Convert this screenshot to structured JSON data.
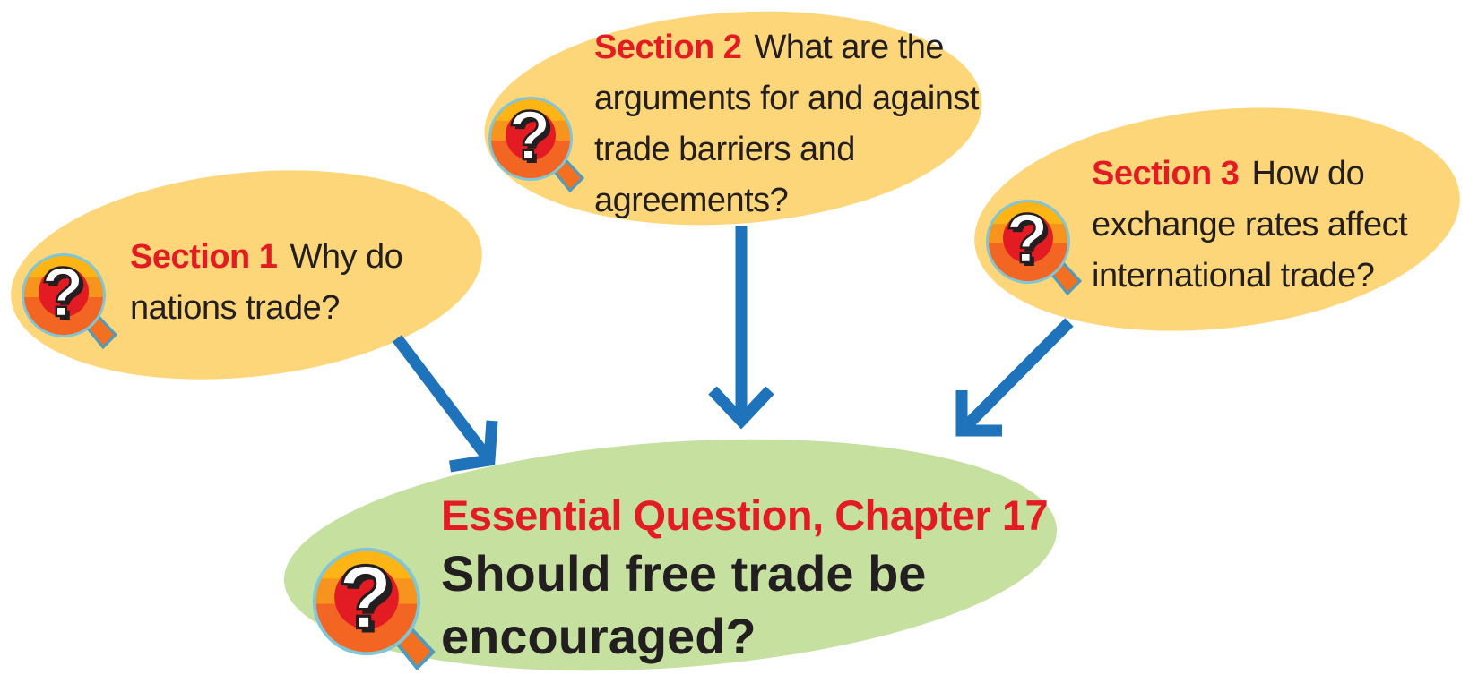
{
  "colors": {
    "section_oval": "#fdd679",
    "essential_oval": "#c6e0a0",
    "arrow": "#1f73ba",
    "label_red": "#e31b23",
    "text": "#231f20"
  },
  "sections": [
    {
      "label": "Section 1",
      "question": "Why do nations trade?",
      "icon": "question-magnifier-icon"
    },
    {
      "label": "Section 2",
      "question": "What are the arguments for and against trade barriers and agreements?",
      "icon": "question-magnifier-icon"
    },
    {
      "label": "Section 3",
      "question": "How do exchange rates affect international trade?",
      "icon": "question-magnifier-icon"
    }
  ],
  "essential": {
    "label": "Essential Question, Chapter 17",
    "question": "Should free trade be encouraged?",
    "icon": "question-magnifier-icon"
  }
}
